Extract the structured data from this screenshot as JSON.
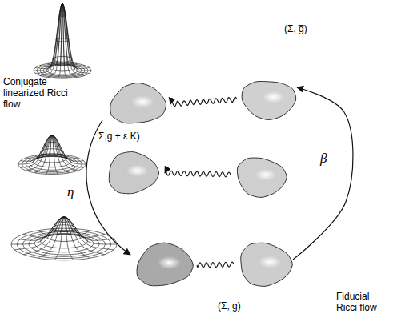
{
  "diagram": {
    "nodes": [
      {
        "text": [
          "Σ,g + ε K̅)"
        ]
      },
      {
        "text": [
          "(Σ, g̅)"
        ]
      },
      {
        "text": [
          "(Σ, g)"
        ]
      }
    ],
    "edges": [
      {
        "from": 1,
        "to": 0,
        "arrow": "to"
      },
      {
        "from": 2,
        "to": 1,
        "label": "β",
        "arrow": "to"
      }
    ],
    "labels": [
      "Conjugate linearized Ricci flow",
      "η",
      "Fiducial Ricci flow"
    ]
  }
}
